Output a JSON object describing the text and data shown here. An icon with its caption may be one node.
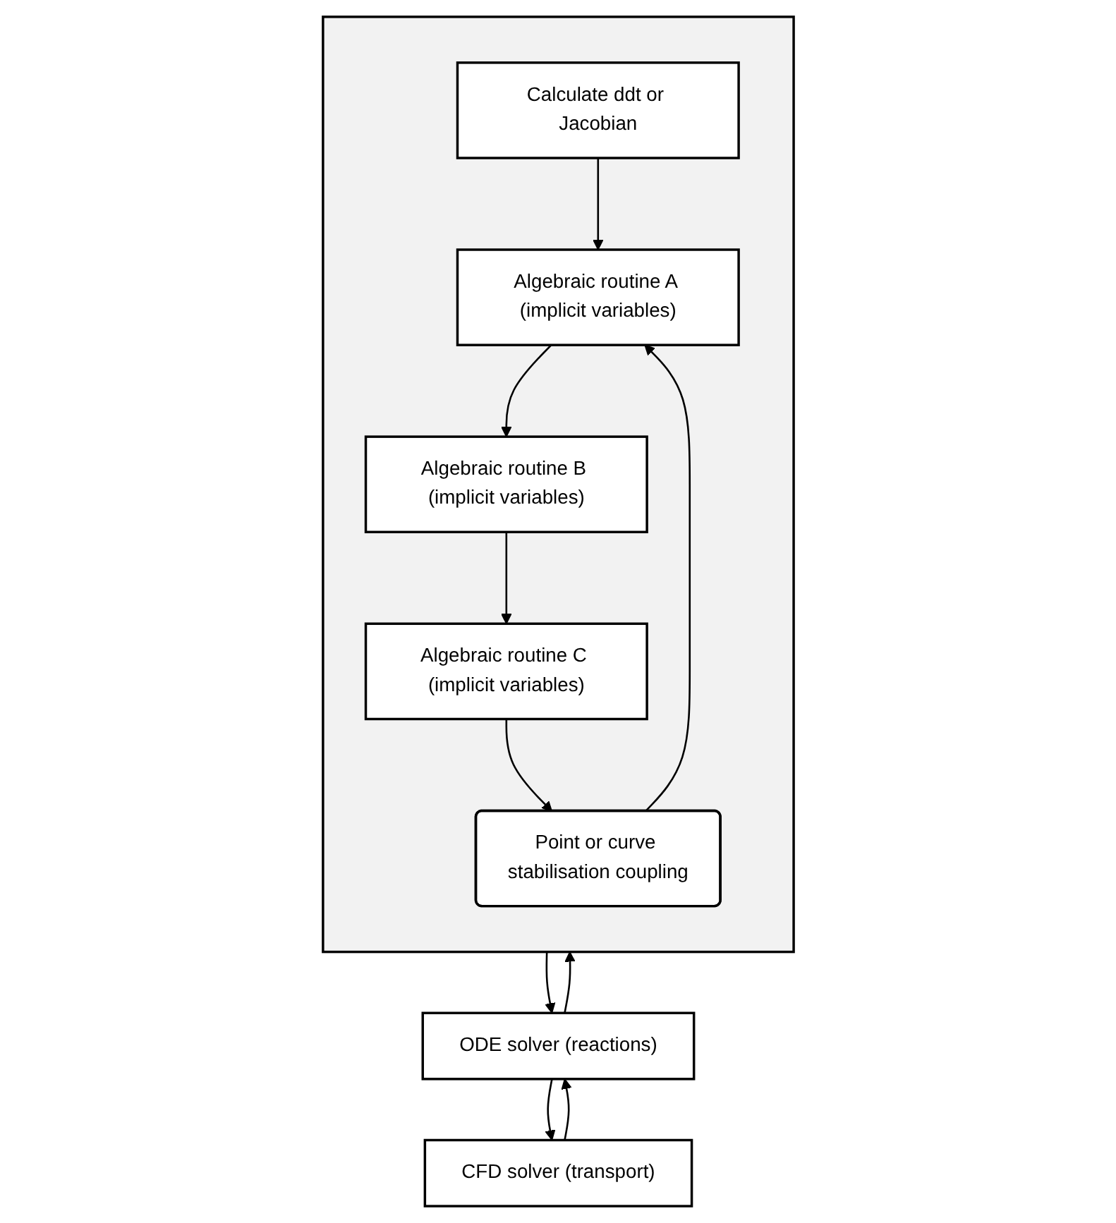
{
  "diagram": {
    "nodes": [
      {
        "text": [
          "CFD solver (transport)"
        ]
      },
      {
        "text": [
          "ODE solver (reactions)"
        ]
      },
      {
        "text": [],
        "shape": "box"
      },
      {
        "text": [
          "Calculate ddt or Jacobian"
        ],
        "in": 2
      },
      {
        "text": [
          "Algebraic routine A (implicit variables)"
        ],
        "in": 2
      },
      {
        "text": [
          "Algebraic routine B (implicit variables)"
        ],
        "in": 2
      },
      {
        "text": [
          "Algebraic routine C (implicit variables)"
        ],
        "in": 2
      },
      {
        "text": [
          "Point or curve stabilisation coupling"
        ],
        "in": 2
      }
    ],
    "edges": [
      {
        "from": 1,
        "to": 0,
        "arrow": "to"
      },
      {
        "from": 0,
        "to": 1,
        "arrow": "to"
      },
      {
        "from": 1,
        "to": 2,
        "arrow": "to"
      },
      {
        "from": 2,
        "to": 1,
        "arrow": "to"
      },
      {
        "from": 3,
        "to": 4,
        "arrow": "to"
      },
      {
        "from": 7,
        "to": 4,
        "arrow": "to"
      },
      {
        "from": 4,
        "to": 5,
        "arrow": "to"
      },
      {
        "from": 5,
        "to": 6,
        "arrow": "to"
      },
      {
        "from": 6,
        "to": 7,
        "arrow": "to"
      }
    ]
  }
}
